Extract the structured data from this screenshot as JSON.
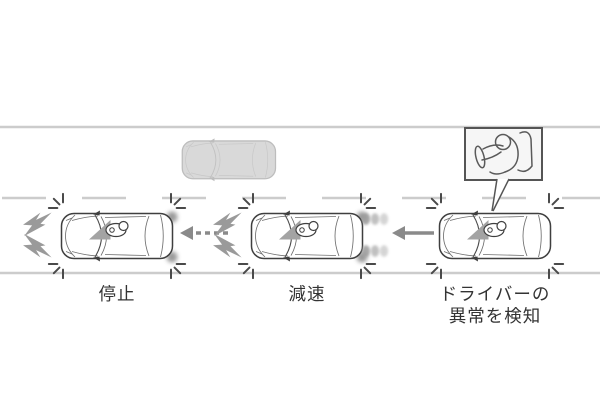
{
  "figure": {
    "type": "driver-assistance-emergency-stop-sequence-diagram",
    "labels": {
      "stop": "停止",
      "decelerate": "減速",
      "detect_line1": "ドライバーの",
      "detect_line2": "異常を検知"
    },
    "steps": [
      {
        "id": "detect-driver-abnormality",
        "label": "ドライバーの異常を検知"
      },
      {
        "id": "decelerate",
        "label": "減速"
      },
      {
        "id": "stop",
        "label": "停止"
      }
    ],
    "icons": {
      "inset": "slumped-driver-icon",
      "warning": "lightning-bolt-icon",
      "flow_solid": "solid-left-arrow-icon",
      "flow_dashed": "dashed-left-arrow-icon",
      "hazard": "hazard-flash-icon",
      "motion": "motion-dots-icon",
      "ego_car": "car-top-view-icon",
      "other_car": "gray-car-top-view-icon"
    },
    "colors": {
      "background": "#ffffff",
      "road-line": "#cccccc",
      "car-outline": "#3f3f3f",
      "car-fill": "#ffffff",
      "gray-car-fill": "#d9d9d9",
      "gray-car-outline": "#bdbdbd",
      "arrow": "#8a8a8a",
      "bolt": "#9a9a9a",
      "label-text": "#333333",
      "inset-border": "#555555"
    }
  }
}
